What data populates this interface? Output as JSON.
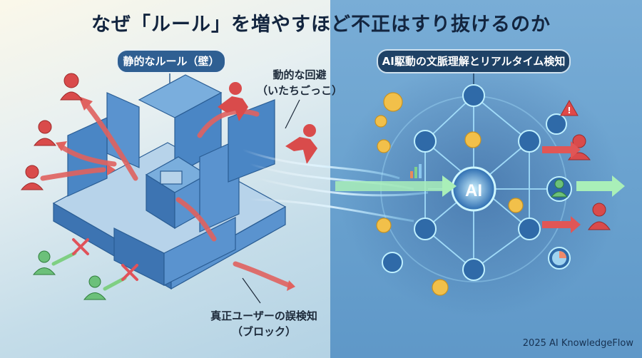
{
  "title": "なぜ「ルール」を増やすほど不正はすり抜けるのか",
  "left_panel": {
    "heading": "静的なルール（壁）",
    "callout_evasion_line1": "動的な回避",
    "callout_evasion_line2": "（いたちごっこ）",
    "callout_false_positive_line1": "真正ユーザーの誤検知",
    "callout_false_positive_line2": "（ブロック）",
    "icons": [
      "maze-walls",
      "fraudster-icon",
      "running-fraudster-icon",
      "genuine-user-icon",
      "blocked-x-icon"
    ]
  },
  "right_panel": {
    "heading": "AI駆動の文脈理解とリアルタイム検知",
    "center_node_label": "AI",
    "icons": [
      "ai-hub-node",
      "network-node",
      "coin-icon",
      "bar-chart-icon",
      "pie-chart-icon",
      "warning-icon",
      "fraudster-icon",
      "genuine-user-icon"
    ]
  },
  "footer": "2025 AI KnowledgeFlow",
  "colors": {
    "title": "#13253f",
    "pill_left": "#2f5f92",
    "pill_right": "#1f4266",
    "fraud_red": "#d94b4b",
    "genuine_green": "#5fb86a",
    "maze_blue": "#4a86c5",
    "right_bg": "#6aa2cf"
  }
}
